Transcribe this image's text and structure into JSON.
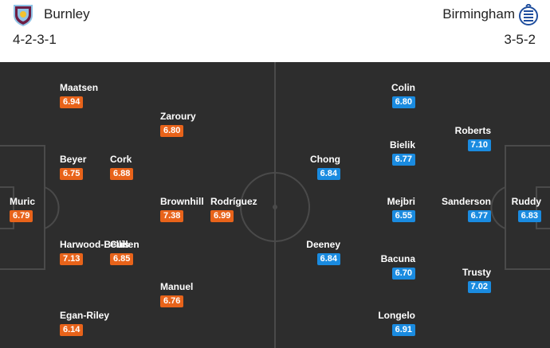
{
  "colors": {
    "home_rating": "#e8631a",
    "away_rating": "#1a8be0",
    "pitch": "#2d2d2d",
    "lines": "#4a4a4a"
  },
  "home": {
    "name": "Burnley",
    "formation": "4-2-3-1",
    "crest_icon": "burnley-crest-icon",
    "players": [
      {
        "name": "Maatsen",
        "rating": "6.94"
      },
      {
        "name": "Zaroury",
        "rating": "6.80"
      },
      {
        "name": "Beyer",
        "rating": "6.75"
      },
      {
        "name": "Cork",
        "rating": "6.88"
      },
      {
        "name": "Muric",
        "rating": "6.79"
      },
      {
        "name": "Brownhill",
        "rating": "7.38"
      },
      {
        "name": "Rodríguez",
        "rating": "6.99"
      },
      {
        "name": "Harwood-Bellis",
        "rating": "7.13"
      },
      {
        "name": "Cullen",
        "rating": "6.85"
      },
      {
        "name": "Manuel",
        "rating": "6.76"
      },
      {
        "name": "Egan-Riley",
        "rating": "6.14"
      }
    ]
  },
  "away": {
    "name": "Birmingham",
    "formation": "3-5-2",
    "crest_icon": "birmingham-crest-icon",
    "players": [
      {
        "name": "Colin",
        "rating": "6.80"
      },
      {
        "name": "Roberts",
        "rating": "7.10"
      },
      {
        "name": "Bielik",
        "rating": "6.77"
      },
      {
        "name": "Chong",
        "rating": "6.84"
      },
      {
        "name": "Mejbri",
        "rating": "6.55"
      },
      {
        "name": "Sanderson",
        "rating": "6.77"
      },
      {
        "name": "Ruddy",
        "rating": "6.83"
      },
      {
        "name": "Deeney",
        "rating": "6.84"
      },
      {
        "name": "Bacuna",
        "rating": "6.70"
      },
      {
        "name": "Trusty",
        "rating": "7.02"
      },
      {
        "name": "Longelo",
        "rating": "6.91"
      }
    ]
  }
}
